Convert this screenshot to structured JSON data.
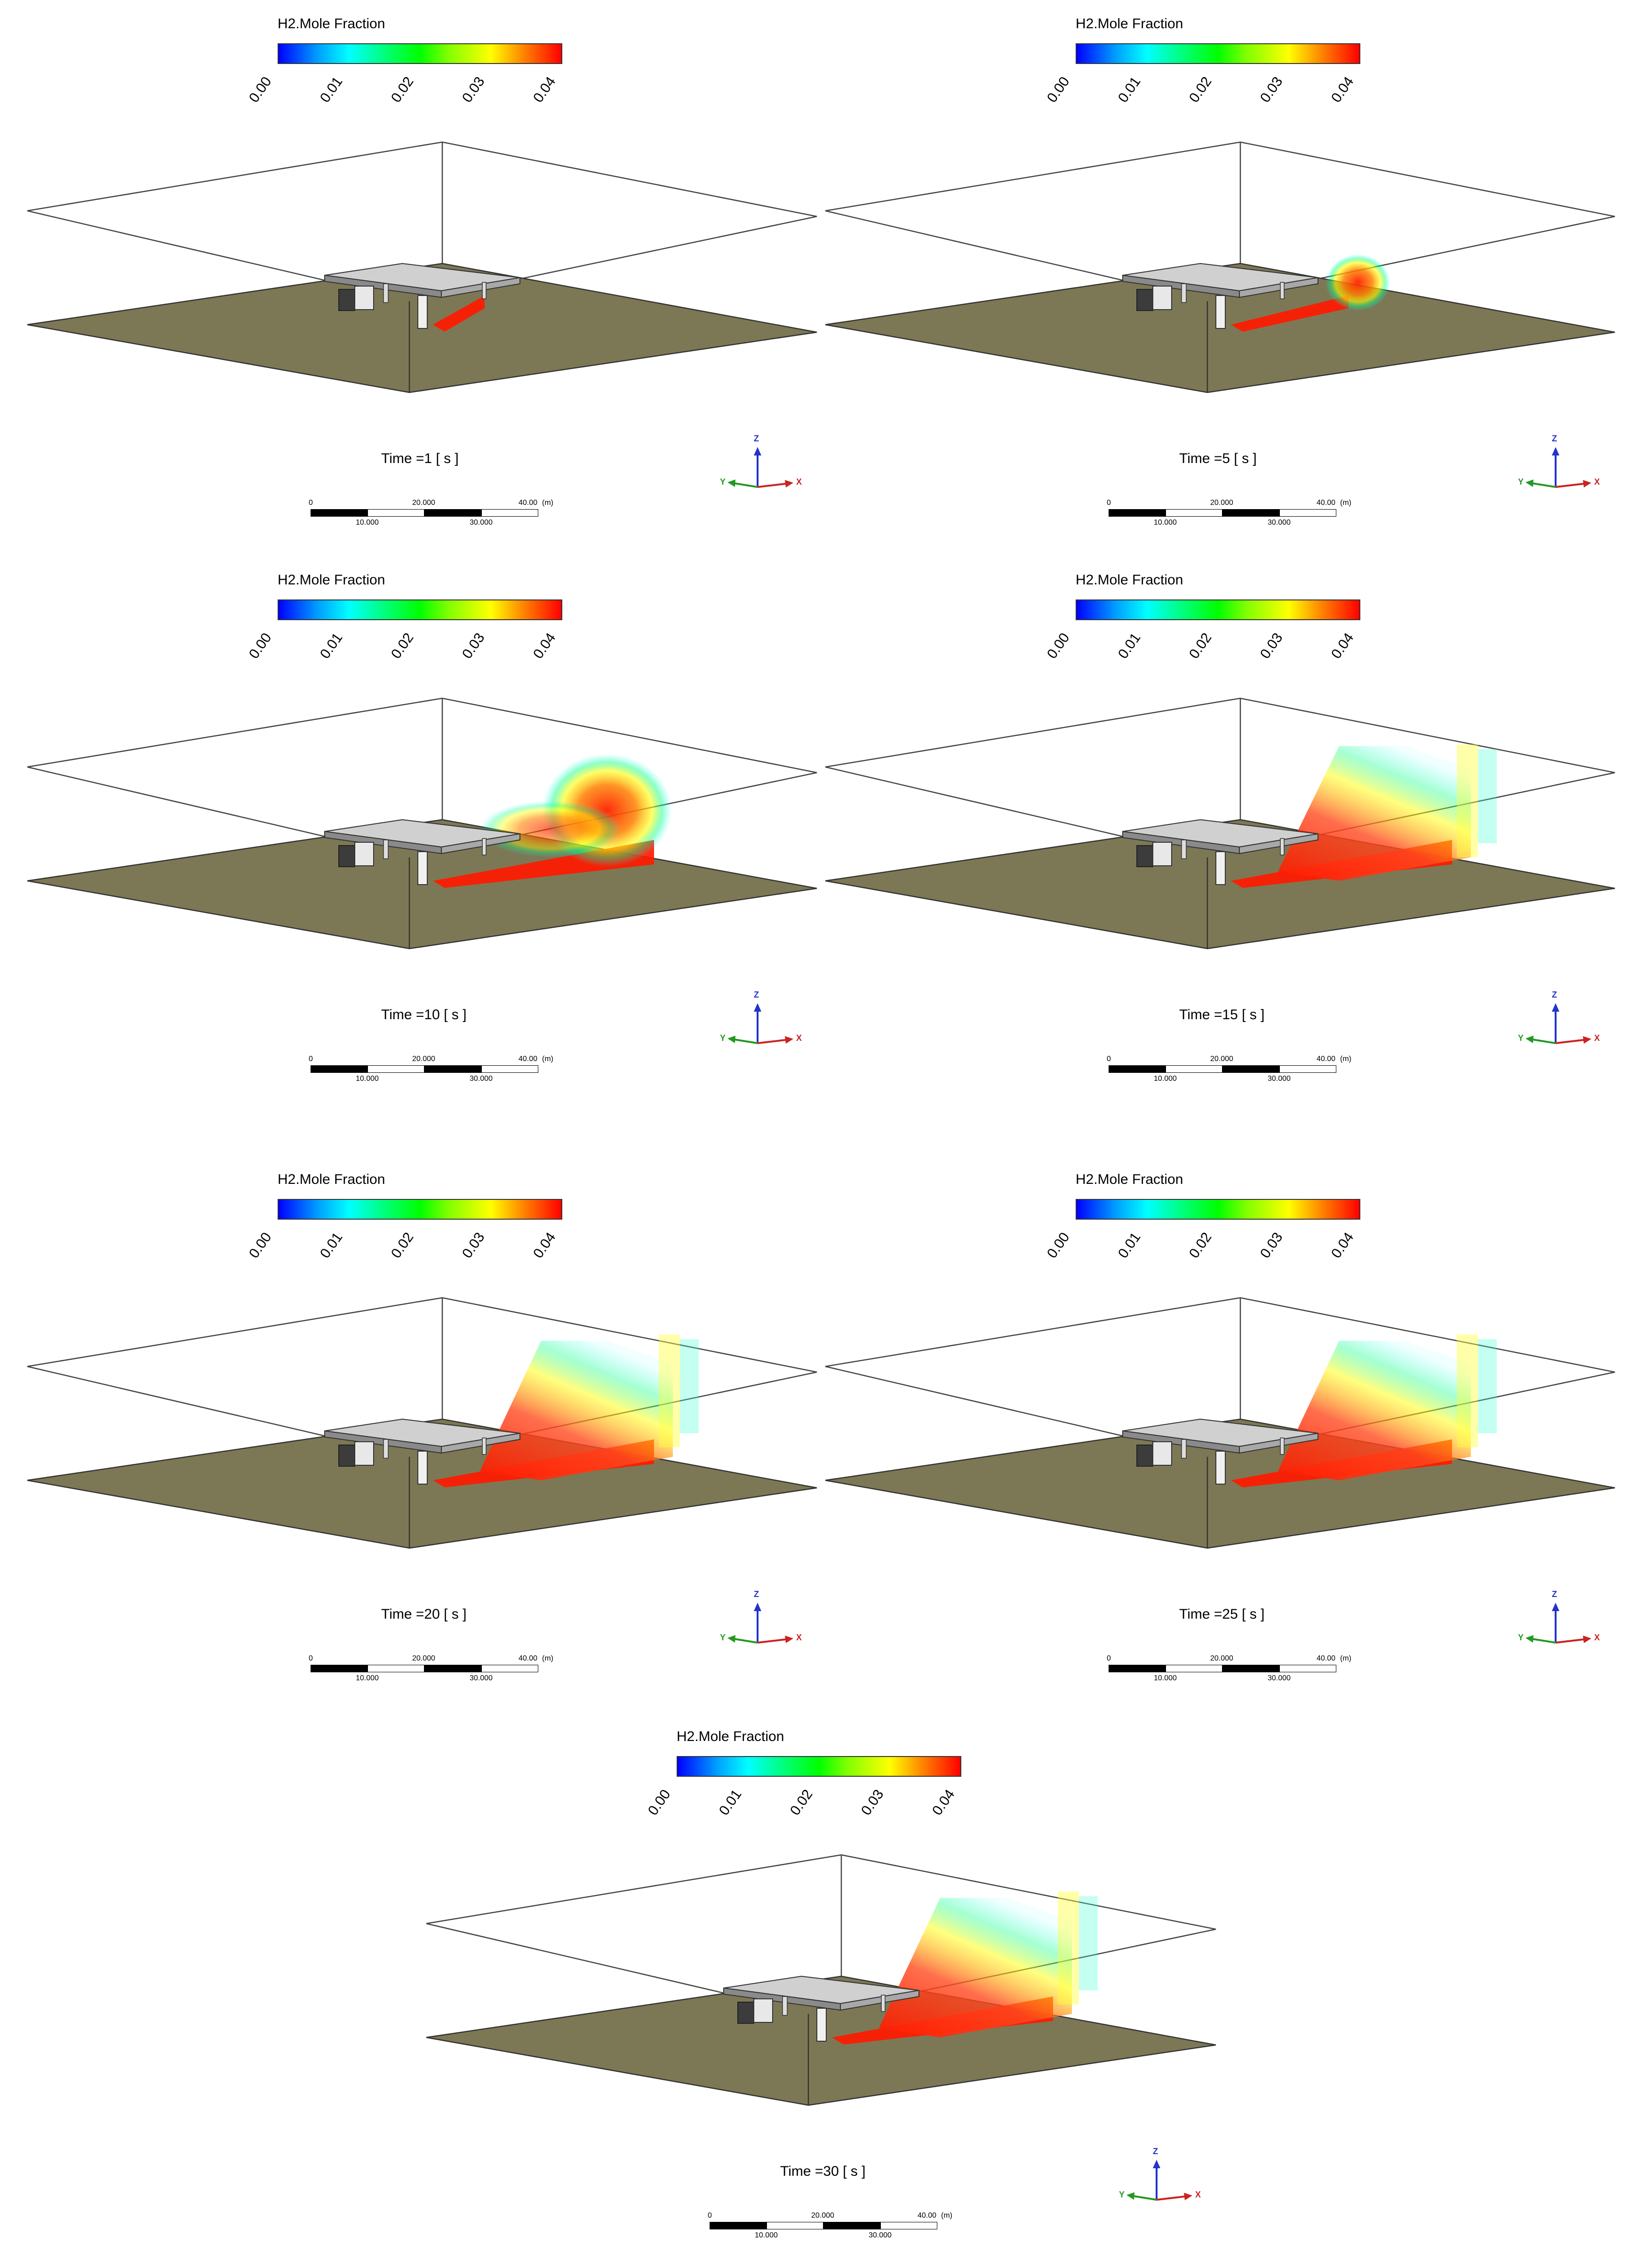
{
  "colorbar": {
    "title": "H2.Mole Fraction",
    "ticks": [
      "0.00",
      "0.01",
      "0.02",
      "0.03",
      "0.04"
    ]
  },
  "scale_bar": {
    "top_labels": [
      "0",
      "20.000",
      "40.00",
      "(m)"
    ],
    "bottom_labels": [
      "10.000",
      "30.000"
    ]
  },
  "triad": {
    "z": "Z",
    "y": "Y",
    "x": "X"
  },
  "panels": [
    {
      "time_label": "Time =1 [ s ]",
      "plume_stage": 1
    },
    {
      "time_label": "Time =5 [ s ]",
      "plume_stage": 5
    },
    {
      "time_label": "Time =10 [ s ]",
      "plume_stage": 10
    },
    {
      "time_label": "Time =15 [ s ]",
      "plume_stage": 15
    },
    {
      "time_label": "Time =20 [ s ]",
      "plume_stage": 20
    },
    {
      "time_label": "Time =25 [ s ]",
      "plume_stage": 25
    },
    {
      "time_label": "Time =30 [ s ]",
      "plume_stage": 30
    }
  ],
  "colors": {
    "ground": "#7c7855",
    "canopy": "#c8c8c8",
    "hydrogen_max": "#ff1a00"
  }
}
